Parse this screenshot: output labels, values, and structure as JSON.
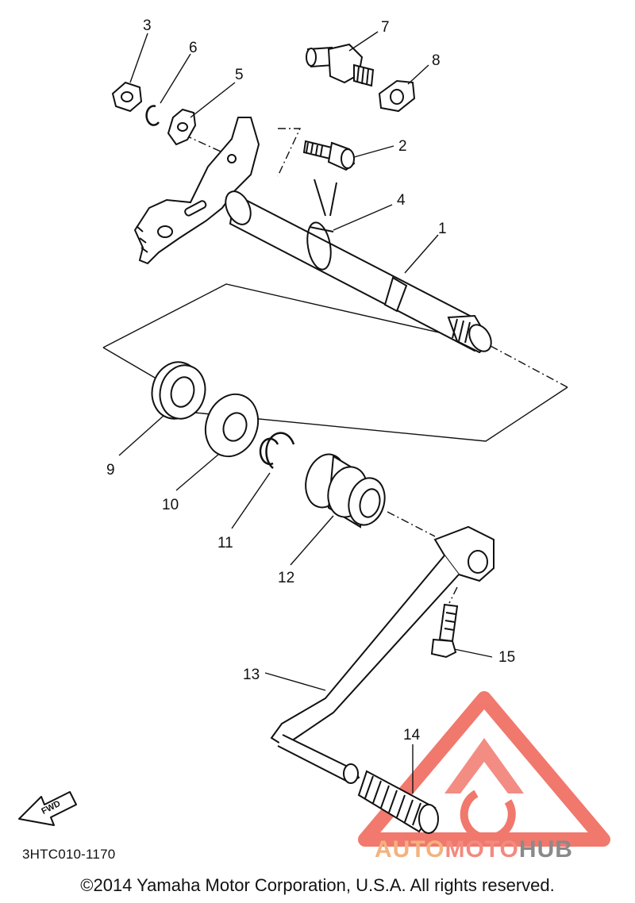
{
  "diagram": {
    "callouts": [
      "1",
      "2",
      "3",
      "4",
      "5",
      "6",
      "7",
      "8",
      "9",
      "10",
      "11",
      "12",
      "13",
      "14",
      "15"
    ],
    "fwd_label": "FWD"
  },
  "footer": {
    "part_code": "3HTC010-1170",
    "copyright": "©2014 Yamaha Motor Corporation, U.S.A. All rights reserved."
  },
  "watermark": {
    "part1": "AUTO",
    "part2": "MOTO",
    "part3": "HUB",
    "colors": {
      "auto": "#f3b27e",
      "moto": "#f28a80",
      "hub": "#8a8a8a",
      "logo": "#f06a5e"
    }
  }
}
